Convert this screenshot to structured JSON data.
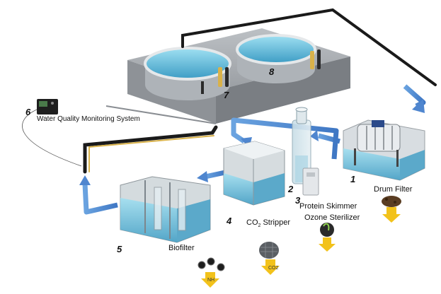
{
  "diagram": {
    "components": [
      {
        "number": "1",
        "label": "Drum Filter"
      },
      {
        "number": "2",
        "label": "Protein Skimmer"
      },
      {
        "number": "3",
        "label": "Ozone Sterilizer"
      },
      {
        "number": "4",
        "label": "CO2 Stripper"
      },
      {
        "number": "5",
        "label": "Biofilter"
      },
      {
        "number": "6",
        "label": "Water Quality Monitoring System"
      },
      {
        "number": "7",
        "label": ""
      },
      {
        "number": "8",
        "label": ""
      }
    ],
    "co2_label": {
      "main": "CO",
      "sub": "2",
      "rest": " Stripper"
    },
    "output_tags": {
      "co2": "CO2",
      "nh": "NH"
    },
    "colors": {
      "water": "#5fb8d9",
      "flow_arrow": "#5a8fd0",
      "pipe": "#1a1a1a",
      "platform": "#a9acb0",
      "tank_wall": "#c9cdd1",
      "output_arrow": "#f2c21b"
    }
  }
}
